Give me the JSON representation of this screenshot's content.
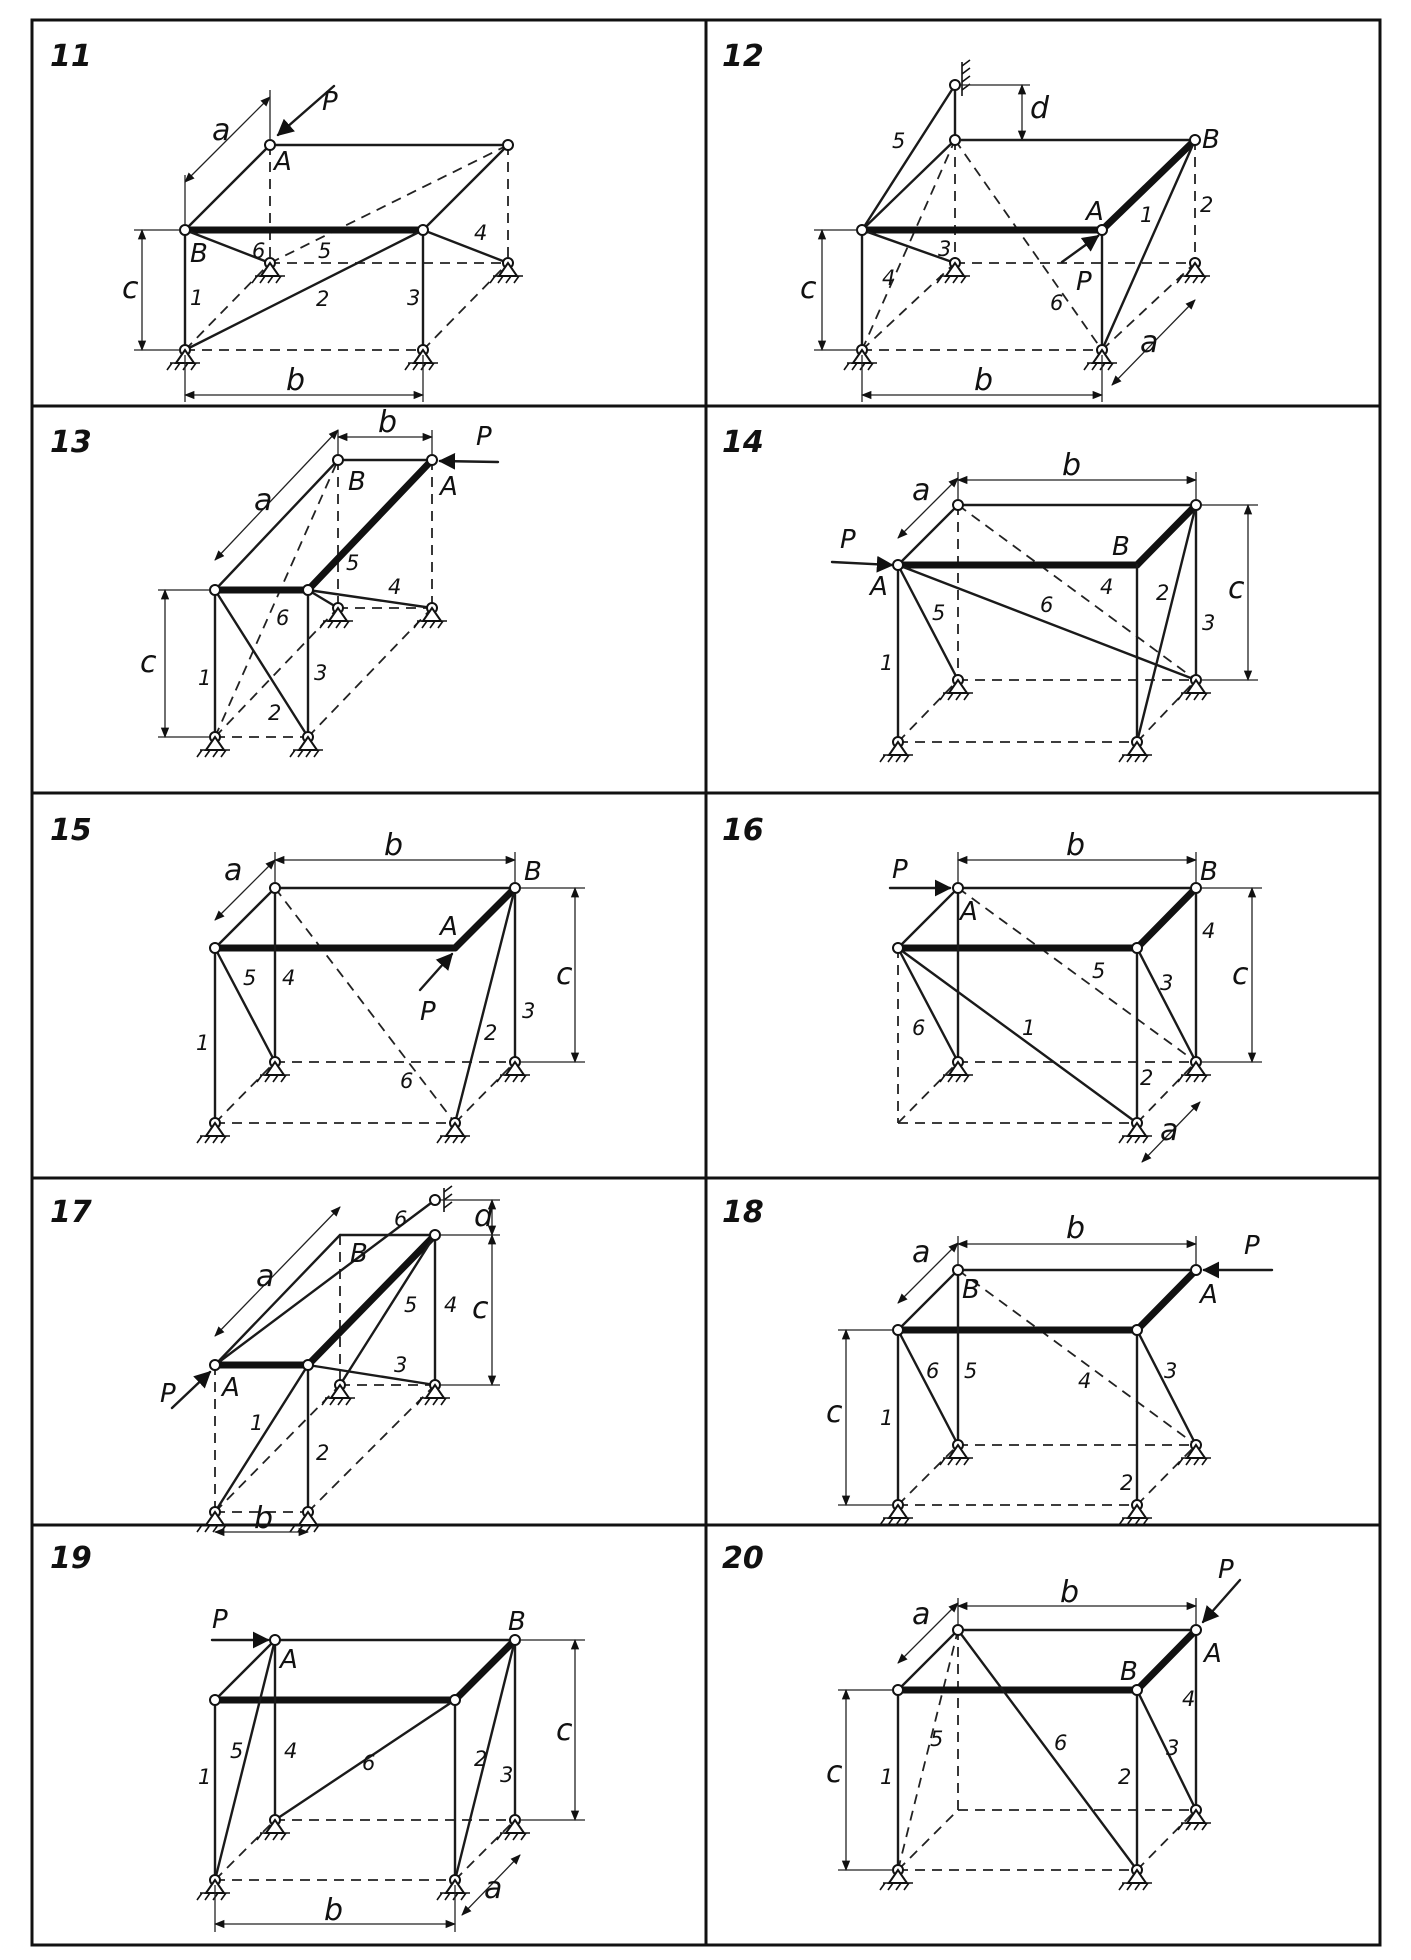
{
  "panels": [
    {
      "number": "11",
      "points": [
        "A",
        "B"
      ],
      "force": "P",
      "dims": {
        "a": "a",
        "b": "b",
        "c": "c"
      },
      "members": [
        "1",
        "2",
        "3",
        "4",
        "5",
        "6"
      ]
    },
    {
      "number": "12",
      "points": [
        "A",
        "B"
      ],
      "force": "P",
      "dims": {
        "a": "a",
        "b": "b",
        "c": "c",
        "d": "d"
      },
      "members": [
        "1",
        "2",
        "3",
        "4",
        "5",
        "6"
      ]
    },
    {
      "number": "13",
      "points": [
        "A",
        "B"
      ],
      "force": "P",
      "dims": {
        "a": "a",
        "b": "b",
        "c": "c"
      },
      "members": [
        "1",
        "2",
        "3",
        "4",
        "5",
        "6"
      ]
    },
    {
      "number": "14",
      "points": [
        "A",
        "B"
      ],
      "force": "P",
      "dims": {
        "a": "a",
        "b": "b",
        "c": "c"
      },
      "members": [
        "1",
        "2",
        "3",
        "4",
        "5",
        "6"
      ]
    },
    {
      "number": "15",
      "points": [
        "A",
        "B"
      ],
      "force": "P",
      "dims": {
        "a": "a",
        "b": "b",
        "c": "c"
      },
      "members": [
        "1",
        "2",
        "3",
        "4",
        "5",
        "6"
      ]
    },
    {
      "number": "16",
      "points": [
        "A",
        "B"
      ],
      "force": "P",
      "dims": {
        "a": "a",
        "b": "b",
        "c": "c"
      },
      "members": [
        "1",
        "2",
        "3",
        "4",
        "5",
        "6"
      ]
    },
    {
      "number": "17",
      "points": [
        "A",
        "B"
      ],
      "force": "P",
      "dims": {
        "a": "a",
        "b": "b",
        "c": "c",
        "d": "d"
      },
      "members": [
        "1",
        "2",
        "3",
        "4",
        "5",
        "6"
      ]
    },
    {
      "number": "18",
      "points": [
        "A",
        "B"
      ],
      "force": "P",
      "dims": {
        "a": "a",
        "b": "b",
        "c": "c"
      },
      "members": [
        "1",
        "2",
        "3",
        "4",
        "5",
        "6"
      ]
    },
    {
      "number": "19",
      "points": [
        "A",
        "B"
      ],
      "force": "P",
      "dims": {
        "a": "a",
        "b": "b",
        "c": "c"
      },
      "members": [
        "1",
        "2",
        "3",
        "4",
        "5",
        "6"
      ]
    },
    {
      "number": "20",
      "points": [
        "A",
        "B"
      ],
      "force": "P",
      "dims": {
        "a": "a",
        "b": "b",
        "c": "c"
      },
      "members": [
        "1",
        "2",
        "3",
        "4",
        "5",
        "6"
      ]
    }
  ]
}
